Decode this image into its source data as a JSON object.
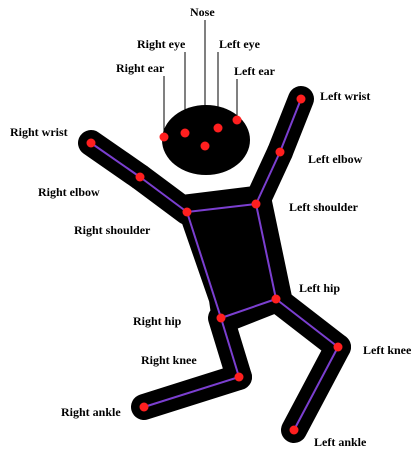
{
  "colors": {
    "background": "#ffffff",
    "body": "#000000",
    "skeleton": "#7b3fd0",
    "keypoint": "#ff1f1f",
    "leader": "#000000",
    "text": "#000000"
  },
  "keypoints": {
    "nose": "Nose",
    "right_eye": "Right eye",
    "left_eye": "Left eye",
    "right_ear": "Right ear",
    "left_ear": "Left ear",
    "right_wrist": "Right wrist",
    "left_wrist": "Left wrist",
    "right_elbow": "Right elbow",
    "left_elbow": "Left elbow",
    "right_shoulder": "Right shoulder",
    "left_shoulder": "Left shoulder",
    "right_hip": "Right hip",
    "left_hip": "Left hip",
    "right_knee": "Right knee",
    "left_knee": "Left knee",
    "right_ankle": "Right ankle",
    "left_ankle": "Left ankle"
  },
  "skeleton_edges": [
    [
      "right_wrist",
      "right_elbow"
    ],
    [
      "right_elbow",
      "right_shoulder"
    ],
    [
      "left_wrist",
      "left_elbow"
    ],
    [
      "left_elbow",
      "left_shoulder"
    ],
    [
      "right_shoulder",
      "left_shoulder"
    ],
    [
      "right_shoulder",
      "right_hip"
    ],
    [
      "left_shoulder",
      "left_hip"
    ],
    [
      "right_hip",
      "left_hip"
    ],
    [
      "right_hip",
      "right_knee"
    ],
    [
      "right_knee",
      "right_ankle"
    ],
    [
      "left_hip",
      "left_knee"
    ],
    [
      "left_knee",
      "left_ankle"
    ]
  ]
}
